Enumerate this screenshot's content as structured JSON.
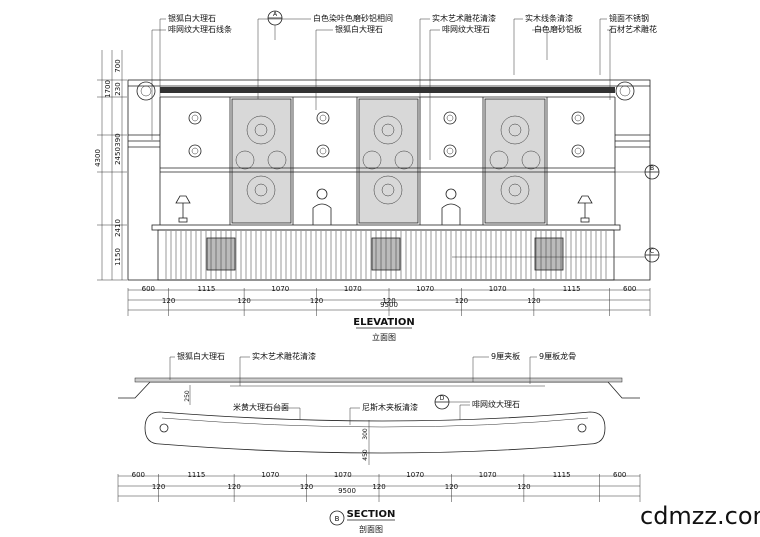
{
  "elevation_callouts": {
    "left_1": "银狐白大理石",
    "left_2": "啡网纹大理石线条",
    "mid_1": "白色染咔色磨砂铝相间",
    "mid_2": "银狐白大理石",
    "center_1": "实木艺术雕花清漆",
    "center_2": "啡网纹大理石",
    "right_1": "实木线条清漆",
    "right_2": "白色磨砂铝板",
    "far_1": "镜面不锈钢",
    "far_2": "石材艺术雕花"
  },
  "section_markers": {
    "a": "A",
    "b": "B",
    "c": "C",
    "d": "D"
  },
  "left_dims": [
    "700",
    "230",
    "1700",
    "390",
    "2450",
    "4300",
    "2410",
    "1150"
  ],
  "bottom_dims_top": [
    "600",
    "1115",
    "1070",
    "1070",
    "1070",
    "1070",
    "1115",
    "600"
  ],
  "bottom_dims_gap": [
    "120",
    "120",
    "120",
    "120",
    "120",
    "120"
  ],
  "bottom_total": "9500",
  "elevation_title": "ELEVATION",
  "elevation_subtitle": "立面图",
  "section_callouts": {
    "s1": "银狐白大理石",
    "s2": "实木艺术雕花清漆",
    "s3": "9厘夹板",
    "s4": "9厘板龙骨",
    "s5": "米黄大理石台面",
    "s6": "尼斯木夹板清漆",
    "s7": "啡网纹大理石"
  },
  "section_dims": [
    "250",
    "300",
    "450"
  ],
  "section_title": "SECTION",
  "section_subtitle": "剖面图",
  "section_title_marker": "B",
  "watermark": "cdmzz.com"
}
